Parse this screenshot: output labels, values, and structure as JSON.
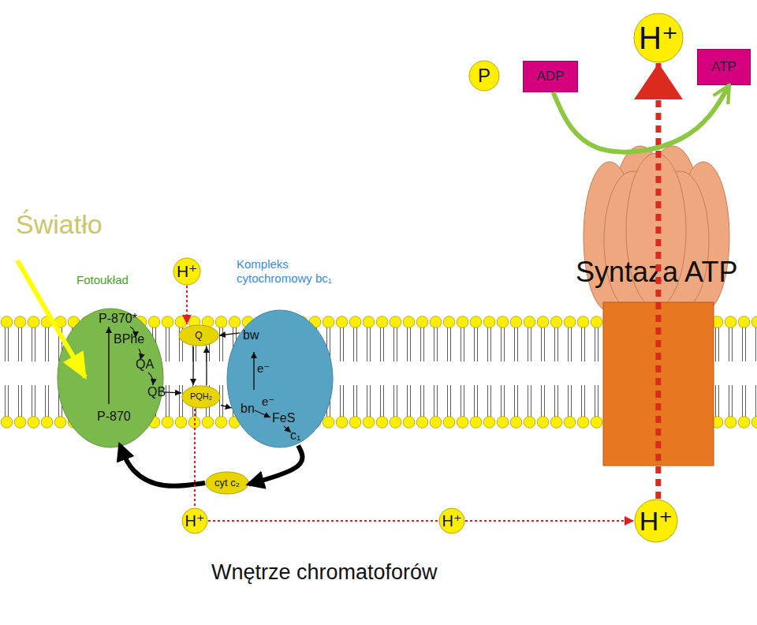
{
  "diagram": {
    "nodes": [
      {
        "text": [
          "H⁺"
        ]
      },
      {
        "text": [
          "P"
        ]
      },
      {
        "text": [
          "ADP"
        ]
      },
      {
        "text": [
          "ATP"
        ]
      },
      {
        "text": [
          "Fotoukład",
          "P-870*",
          "BPhe",
          "QA",
          "QB",
          "P-870"
        ]
      },
      {
        "text": [
          "H⁺"
        ]
      },
      {
        "text": [
          "Kompleks cytochromowy bc₁",
          "bw",
          "e⁻",
          "e⁻",
          "bn",
          "FeS",
          "c₁"
        ]
      },
      {
        "text": [
          "Syntaza ATP"
        ]
      },
      {
        "text": [
          "Q"
        ]
      },
      {
        "text": [
          "PQH₂"
        ]
      },
      {
        "text": [
          "cyt c₂"
        ]
      },
      {
        "text": [
          "H⁺"
        ]
      },
      {
        "text": [
          "H⁺"
        ]
      },
      {
        "text": [
          "H⁺"
        ]
      }
    ],
    "edges": [
      {
        "from": 4,
        "to": 9,
        "arrow": "to"
      },
      {
        "from": 8,
        "to": 9,
        "arrow": "to"
      },
      {
        "from": 9,
        "to": 8,
        "arrow": "to"
      },
      {
        "from": 9,
        "to": 6,
        "arrow": "to"
      },
      {
        "from": 6,
        "to": 8,
        "arrow": "to"
      },
      {
        "from": 5,
        "to": 8,
        "arrow": "to"
      },
      {
        "from": 6,
        "to": 10,
        "arrow": "to"
      },
      {
        "from": 10,
        "to": 4,
        "arrow": "to"
      },
      {
        "from": 9,
        "to": 11,
        "arrow": "none"
      },
      {
        "from": 11,
        "to": 12,
        "arrow": "none"
      },
      {
        "from": 12,
        "to": 13,
        "arrow": "to"
      },
      {
        "from": 13,
        "to": 0,
        "arrow": "to"
      },
      {
        "from": 2,
        "to": 3,
        "arrow": "to"
      }
    ],
    "labels": [
      "Światło",
      "Wnętrze chromatoforów"
    ]
  }
}
